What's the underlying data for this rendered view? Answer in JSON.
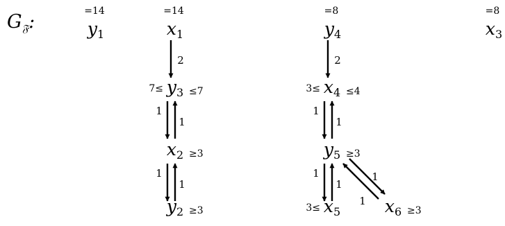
{
  "title": {
    "main": "G",
    "sub": "𝔉",
    "suffix": ":"
  },
  "nodes": [
    {
      "id": "y1",
      "var": "y",
      "index": "1",
      "above": "=14",
      "left": "",
      "right": ""
    },
    {
      "id": "x1",
      "var": "x",
      "index": "1",
      "above": "=14",
      "left": "",
      "right": ""
    },
    {
      "id": "y4",
      "var": "y",
      "index": "4",
      "above": "=8",
      "left": "",
      "right": ""
    },
    {
      "id": "x3",
      "var": "x",
      "index": "3",
      "above": "=8",
      "left": "",
      "right": ""
    },
    {
      "id": "y3",
      "var": "y",
      "index": "3",
      "above": "",
      "left": "7≤",
      "right": "≤7"
    },
    {
      "id": "x4",
      "var": "x",
      "index": "4",
      "above": "",
      "left": "3≤",
      "right": "≤4"
    },
    {
      "id": "x2",
      "var": "x",
      "index": "2",
      "above": "",
      "left": "",
      "right": "≥3"
    },
    {
      "id": "y5",
      "var": "y",
      "index": "5",
      "above": "",
      "left": "",
      "right": "≥3"
    },
    {
      "id": "y2",
      "var": "y",
      "index": "2",
      "above": "",
      "left": "",
      "right": "≥3"
    },
    {
      "id": "x5",
      "var": "x",
      "index": "5",
      "above": "",
      "left": "3≤",
      "right": ""
    },
    {
      "id": "x6",
      "var": "x",
      "index": "6",
      "above": "",
      "left": "",
      "right": "≥3"
    }
  ],
  "edges": [
    {
      "from": "x1",
      "to": "y3",
      "weight": "2"
    },
    {
      "from": "y4",
      "to": "x4",
      "weight": "2"
    },
    {
      "from": "y3",
      "to": "x2",
      "weight": "1"
    },
    {
      "from": "x2",
      "to": "y3",
      "weight": "1"
    },
    {
      "from": "x4",
      "to": "y5",
      "weight": "1"
    },
    {
      "from": "y5",
      "to": "x4",
      "weight": "1"
    },
    {
      "from": "x2",
      "to": "y2",
      "weight": "1"
    },
    {
      "from": "y2",
      "to": "x2",
      "weight": "1"
    },
    {
      "from": "y5",
      "to": "x5",
      "weight": "1"
    },
    {
      "from": "x5",
      "to": "y5",
      "weight": "1"
    },
    {
      "from": "y5",
      "to": "x6",
      "weight": "1"
    },
    {
      "from": "x6",
      "to": "y5",
      "weight": "1"
    }
  ]
}
